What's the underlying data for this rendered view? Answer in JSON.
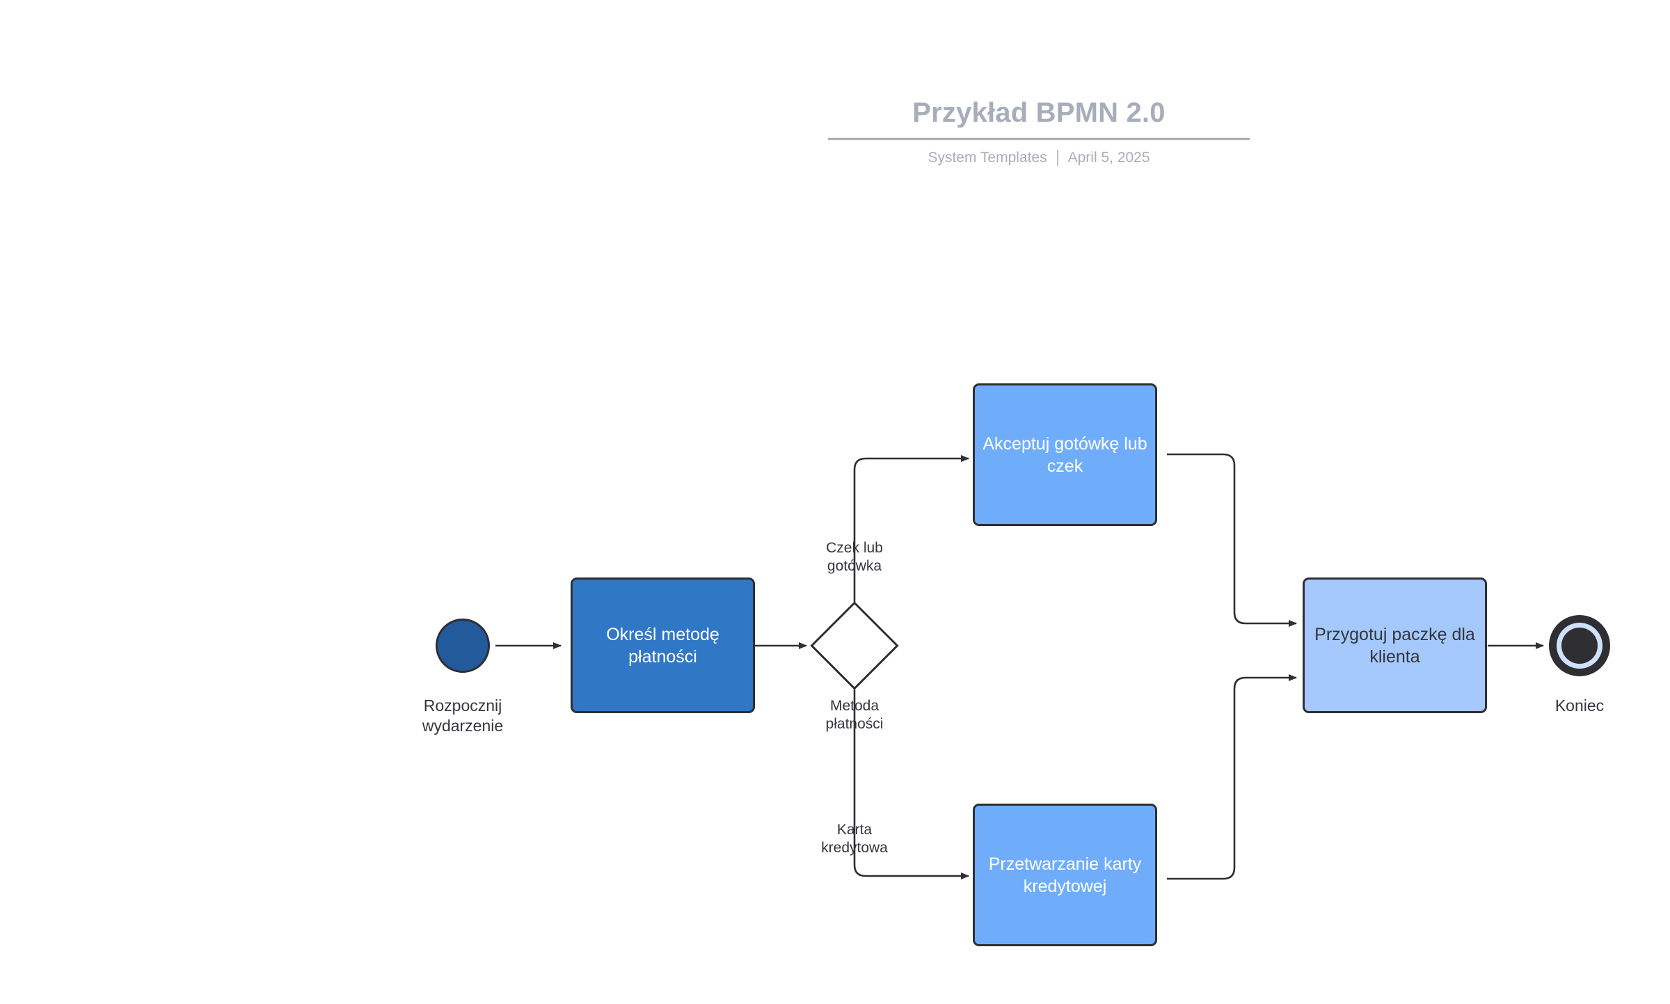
{
  "header": {
    "title": "Przykład BPMN 2.0",
    "source": "System Templates",
    "date": "April 5, 2025",
    "separator": "|"
  },
  "colors": {
    "title_gray": "#a8adbb",
    "stroke_dark": "#2e2e33",
    "start_event_fill": "#225a9b",
    "task_dark_fill": "#3077c6",
    "task_mid_fill": "#6fadfb",
    "task_light_fill": "#a5c9fc",
    "end_event_ring": "#cfe2fb",
    "text_dark": "#33363d",
    "text_light": "#ffffff",
    "canvas": "#ffffff"
  },
  "diagram": {
    "type": "bpmn-process-flow",
    "nodes": [
      {
        "id": "start",
        "kind": "start-event",
        "label": "Rozpocznij\nwydarzenie"
      },
      {
        "id": "determine-payment",
        "kind": "task",
        "label": "Określ metodę\npłatności"
      },
      {
        "id": "payment-method-gateway",
        "kind": "exclusive-gateway",
        "label": "Metoda\npłatności"
      },
      {
        "id": "accept-cash",
        "kind": "task",
        "label": "Akceptuj gotówkę\nlub czek"
      },
      {
        "id": "process-card",
        "kind": "task",
        "label": "Przetwarzanie karty\nkredytowej"
      },
      {
        "id": "prepare-package",
        "kind": "task",
        "label": "Przygotuj paczkę\ndla klienta"
      },
      {
        "id": "end",
        "kind": "end-event",
        "label": "Koniec"
      }
    ],
    "edges": [
      {
        "from": "start",
        "to": "determine-payment",
        "label": ""
      },
      {
        "from": "determine-payment",
        "to": "payment-method-gateway",
        "label": ""
      },
      {
        "from": "payment-method-gateway",
        "to": "accept-cash",
        "label": "Czek lub\ngotówka"
      },
      {
        "from": "payment-method-gateway",
        "to": "process-card",
        "label": "Karta\nkredytowa"
      },
      {
        "from": "accept-cash",
        "to": "prepare-package",
        "label": ""
      },
      {
        "from": "process-card",
        "to": "prepare-package",
        "label": ""
      },
      {
        "from": "prepare-package",
        "to": "end",
        "label": ""
      }
    ]
  }
}
